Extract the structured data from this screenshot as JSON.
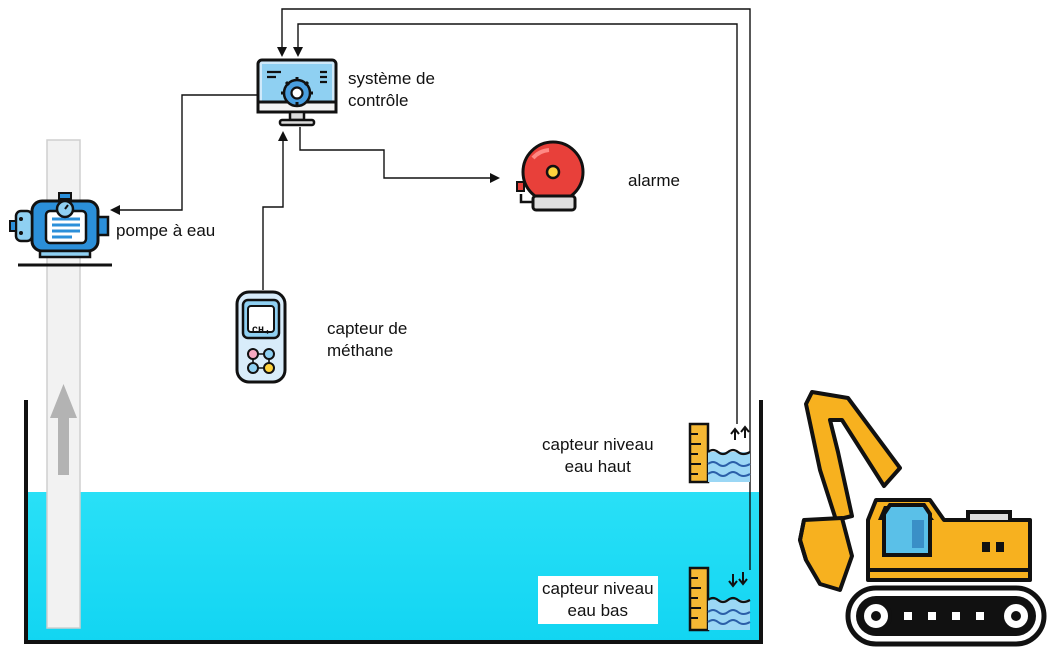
{
  "labels": {
    "control_system": "système de\ncontrôle",
    "water_pump": "pompe à eau",
    "alarm": "alarme",
    "methane_sensor": "capteur de\nméthane",
    "level_sensor_high": "capteur niveau\neau haut",
    "level_sensor_low": "capteur niveau\neau bas",
    "methane_formula": "CH₄"
  },
  "colors": {
    "water": "#29e0f7",
    "line": "#111111",
    "pipe": "#f0f0f0",
    "pipe_arrow": "#b3b3b3",
    "monitor_blue": "#8fd0f2",
    "gear_blue": "#4a9fe0",
    "pump_blue": "#2b8fd9",
    "alarm_red": "#e8403a",
    "excavator_yellow": "#f7b11f",
    "sensor_yellow": "#f5b834",
    "sensor_water": "#9bd7f5"
  },
  "icons": [
    "monitor-gear-icon",
    "water-pump-icon",
    "alarm-bell-icon",
    "methane-detector-icon",
    "water-level-high-icon",
    "water-level-low-icon",
    "excavator-icon"
  ]
}
